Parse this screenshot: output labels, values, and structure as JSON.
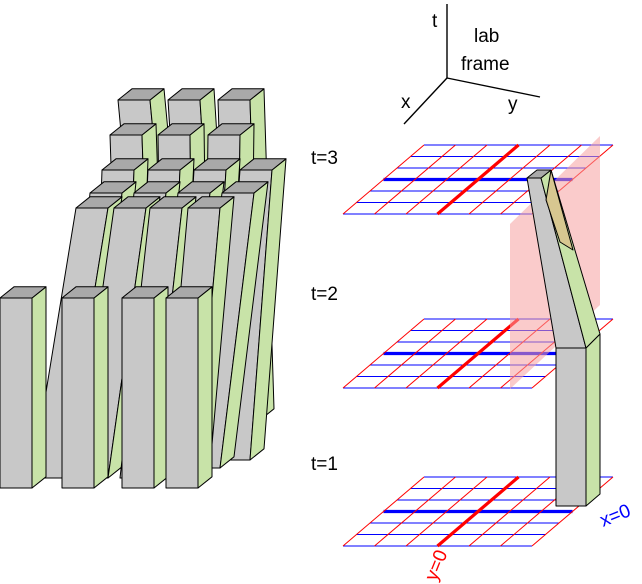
{
  "frame_labels": {
    "t_axis": "t",
    "x_axis": "x",
    "y_axis": "y",
    "frame_line1": "lab",
    "frame_line2": "frame"
  },
  "time_slices": [
    "t=1",
    "t=2",
    "t=3"
  ],
  "plane_labels": {
    "y_zero": "y=0",
    "x_zero": "x=0"
  },
  "colors": {
    "column_front": "#c8c8c8",
    "column_side": "#c8e3a8",
    "column_top": "#a9a9a9",
    "grid_red": "#ff0000",
    "grid_blue": "#0000ff",
    "highlight_plane": "#f5a0a0",
    "tilted_face": "#d9c28c"
  },
  "icons": [
    "spacetime-column-bundle-icon",
    "lab-frame-axes-icon",
    "worldtube-icon"
  ]
}
